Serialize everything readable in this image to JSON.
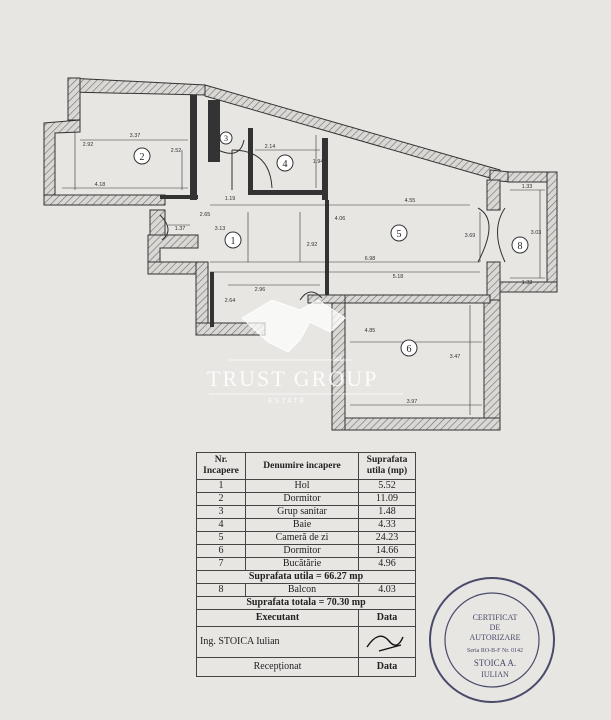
{
  "plan": {
    "room_numbers": [
      "1",
      "2",
      "3",
      "4",
      "5",
      "6",
      "8"
    ],
    "dims": {
      "r2_top": "3.37",
      "r2_left": "2.92",
      "r2_right": "2.52",
      "r2_bottom": "4.18",
      "r4_top": "2.14",
      "r4_right": "1.94",
      "hall_top": "1.19",
      "hall_a": "2.65",
      "hall_b": "3.13",
      "hall_c": "1.37",
      "r5_top": "4.55",
      "r5_left": "4.06",
      "r5_mid": "2.92",
      "r5_right": "3.69",
      "r5_b1": "6.98",
      "r5_b2": "5.18",
      "r8_top": "1.33",
      "r8_right": "3.03",
      "r8_bottom": "1.33",
      "low_a": "2.96",
      "low_b": "2.64",
      "r6_top": "4.85",
      "r6_right": "3.47",
      "r6_bottom": "3.97"
    }
  },
  "watermark": {
    "main": "TRUST GROUP",
    "sub": "ESTATE",
    "tag": "sci"
  },
  "table": {
    "h_nr": "Nr. Incapere",
    "h_name": "Denumire incapere",
    "h_area": "Suprafata utila (mp)",
    "rows": [
      {
        "nr": "1",
        "name": "Hol",
        "area": "5.52"
      },
      {
        "nr": "2",
        "name": "Dormitor",
        "area": "11.09"
      },
      {
        "nr": "3",
        "name": "Grup sanitar",
        "area": "1.48"
      },
      {
        "nr": "4",
        "name": "Baie",
        "area": "4.33"
      },
      {
        "nr": "5",
        "name": "Cameră de zi",
        "area": "24.23"
      },
      {
        "nr": "6",
        "name": "Dormitor",
        "area": "14.66"
      },
      {
        "nr": "7",
        "name": "Bucătărie",
        "area": "4.96"
      }
    ],
    "total_util": "Suprafata utila = 66.27 mp",
    "balcon": {
      "nr": "8",
      "name": "Balcon",
      "area": "4.03"
    },
    "total": "Suprafata totala = 70.30 mp",
    "executant": "Executant",
    "data_label": "Data",
    "engineer": "Ing. STOICA Iulian",
    "receptionat": "Recepționat",
    "data_label2": "Data"
  },
  "stamp": {
    "line1": "CERTIFICAT",
    "line2": "DE",
    "line3": "AUTORIZARE",
    "series": "Seria RO-B-F Nr. 0142",
    "name1": "STOICA A.",
    "name2": "IULIAN"
  }
}
